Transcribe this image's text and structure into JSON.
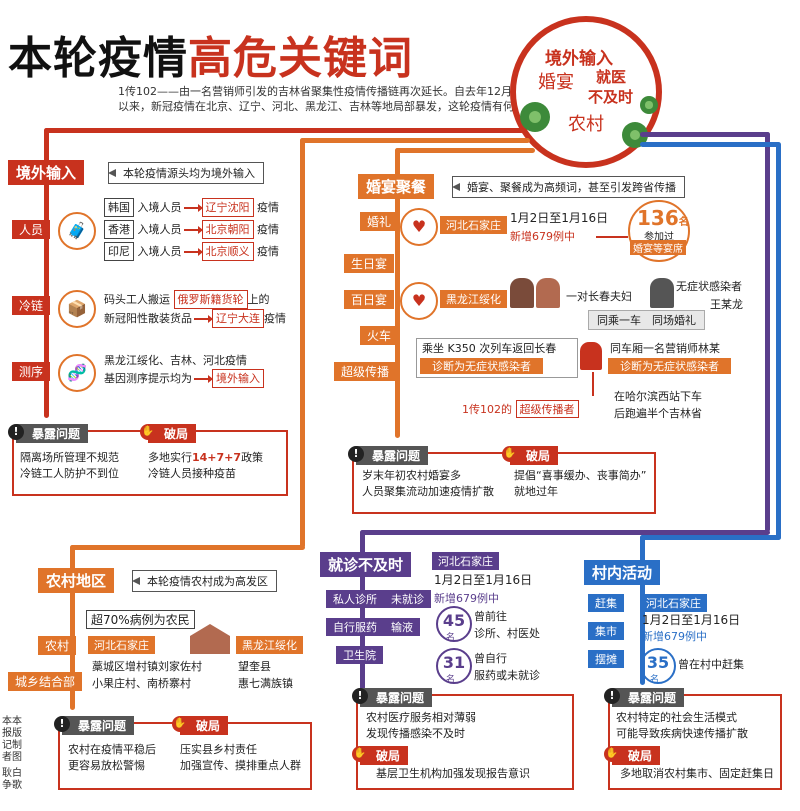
{
  "title": {
    "black": "本轮疫情",
    "red": "高危关键词"
  },
  "intro": {
    "line1": "1传102——由一名营销师引发的吉林省聚集性疫情传播链再次延长。自去年12月",
    "line2": "以来，新冠疫情在北京、辽宁、河北、黑龙江、吉林等地局部暴发，这轮疫情有何特点?"
  },
  "circle": {
    "k1": "境外输入",
    "k2": "婚宴",
    "k3": "就医",
    "k4": "不及时",
    "k5": "农村"
  },
  "imported": {
    "head": "境外输入",
    "note": "本轮疫情源头均为境外输入",
    "people_tag": "人员",
    "rows": [
      {
        "from": "韩国",
        "mid": "入境人员",
        "to": "辽宁沈阳",
        "end": "疫情"
      },
      {
        "from": "香港",
        "mid": "入境人员",
        "to": "北京朝阳",
        "end": "疫情"
      },
      {
        "from": "印尼",
        "mid": "入境人员",
        "to": "北京顺义",
        "end": "疫情"
      }
    ],
    "cold_tag": "冷链",
    "cold_l1a": "码头工人搬运",
    "cold_ship": "俄罗斯籍货轮",
    "cold_l1b": "上的",
    "cold_l2a": "新冠阳性散装货品",
    "cold_to": "辽宁大连",
    "cold_l2b": "疫情",
    "seq_tag": "测序",
    "seq_l1": "黑龙江绥化、吉林、河北疫情",
    "seq_l2": "基因测序提示均为",
    "seq_to": "境外输入"
  },
  "panel1": {
    "head_q": "暴露问题",
    "head_a": "破局",
    "q1": "隔离场所管理不规范",
    "q2": "冷链工人防护不到位",
    "a1a": "多地实行",
    "a1b": "14+7+7",
    "a1c": "政策",
    "a2": "冷链人员接种疫苗"
  },
  "wedding": {
    "head": "婚宴聚餐",
    "note": "婚宴、聚餐成为高频词，甚至引发跨省传播",
    "tag_wedding": "婚礼",
    "tag_birthday": "生日宴",
    "tag_100day": "百日宴",
    "tag_train": "火车",
    "tag_super": "超级传播",
    "hb": "河北石家庄",
    "date": "1月2日至1月16日",
    "new": "新增679例中",
    "n136": "136",
    "n136_unit": "名",
    "n136_l1": "参加过",
    "n136_l2": "婚宴等宴席",
    "hlj": "黑龙江绥化",
    "couple": "一对长春夫妇",
    "same_car": "同乘一车",
    "same_wed": "同场婚礼",
    "asym": "无症状感染者",
    "wang": "王某龙",
    "train_l1": "乘坐 K350 次列车返回长春",
    "train_l2": "诊断为无症状感染者",
    "lin_l1": "同车厢一名营销师林某",
    "lin_l2": "诊断为无症状感染者",
    "one_to": "1传102的",
    "super": "超级传播者",
    "harbin_l1": "在哈尔滨西站下车",
    "harbin_l2": "后跑遍半个吉林省"
  },
  "panel2": {
    "head_q": "暴露问题",
    "head_a": "破局",
    "q1": "岁末年初农村婚宴多",
    "q2": "人员聚集流动加速疫情扩散",
    "a1": "提倡“喜事缓办、丧事简办”",
    "a2": "就地过年"
  },
  "rural": {
    "head": "农村地区",
    "note": "本轮疫情农村成为高发区",
    "over70": "超70%病例为农民",
    "tag_village": "农村",
    "tag_mixed": "城乡结合部",
    "hb": "河北石家庄",
    "hlj": "黑龙江绥化",
    "hb_l1": "藁城区增村镇刘家佐村",
    "hb_l2": "小果庄村、南桥寨村",
    "hlj_l1": "望奎县",
    "hlj_l2": "惠七满族镇"
  },
  "panel3": {
    "head_q": "暴露问题",
    "head_a": "破局",
    "q1": "农村在疫情平稳后",
    "q2": "更容易放松警惕",
    "a1": "压实县乡村责任",
    "a2": "加强宣传、摸排重点人群"
  },
  "medical": {
    "head": "就诊不及时",
    "hb": "河北石家庄",
    "tag_clinic": "私人诊所",
    "tag_drip": "未就诊",
    "tag_self": "自行服药",
    "tag_infusion": "输液",
    "tag_health": "卫生院",
    "date": "1月2日至1月16日",
    "new": "新增679例中",
    "n45": "45",
    "n45_unit": "名",
    "n45_l1": "曾前往",
    "n45_l2": "诊所、村医处",
    "n31": "31",
    "n31_unit": "名",
    "n31_l1": "曾自行",
    "n31_l2": "服药或未就诊"
  },
  "panel4": {
    "head_q": "暴露问题",
    "head_a": "破局",
    "q1": "农村医疗服务相对薄弱",
    "q2": "发现传播感染不及时",
    "a1": "基层卫生机构加强发现报告意识"
  },
  "village": {
    "head": "村内活动",
    "tag_market": "赶集",
    "tag_fair": "集市",
    "tag_stall": "摆摊",
    "hb": "河北石家庄",
    "date": "1月2日至1月16日",
    "new": "新增679例中",
    "n35": "35",
    "n35_unit": "名",
    "n35_l1": "曾在村中赶集"
  },
  "panel5": {
    "head_q": "暴露问题",
    "head_a": "破局",
    "q1": "农村特定的社会生活模式",
    "q2": "可能导致疾病快速传播扩散",
    "a1": "多地取消农村集市、固定赶集日"
  },
  "credits": {
    "a": "本版制图",
    "b": "本报记者",
    "c": "白歌",
    "d": "耿争"
  },
  "colors": {
    "red": "#c8321e",
    "orange": "#e0742a",
    "purple": "#5a3e8c",
    "blue": "#2a6fc6"
  }
}
